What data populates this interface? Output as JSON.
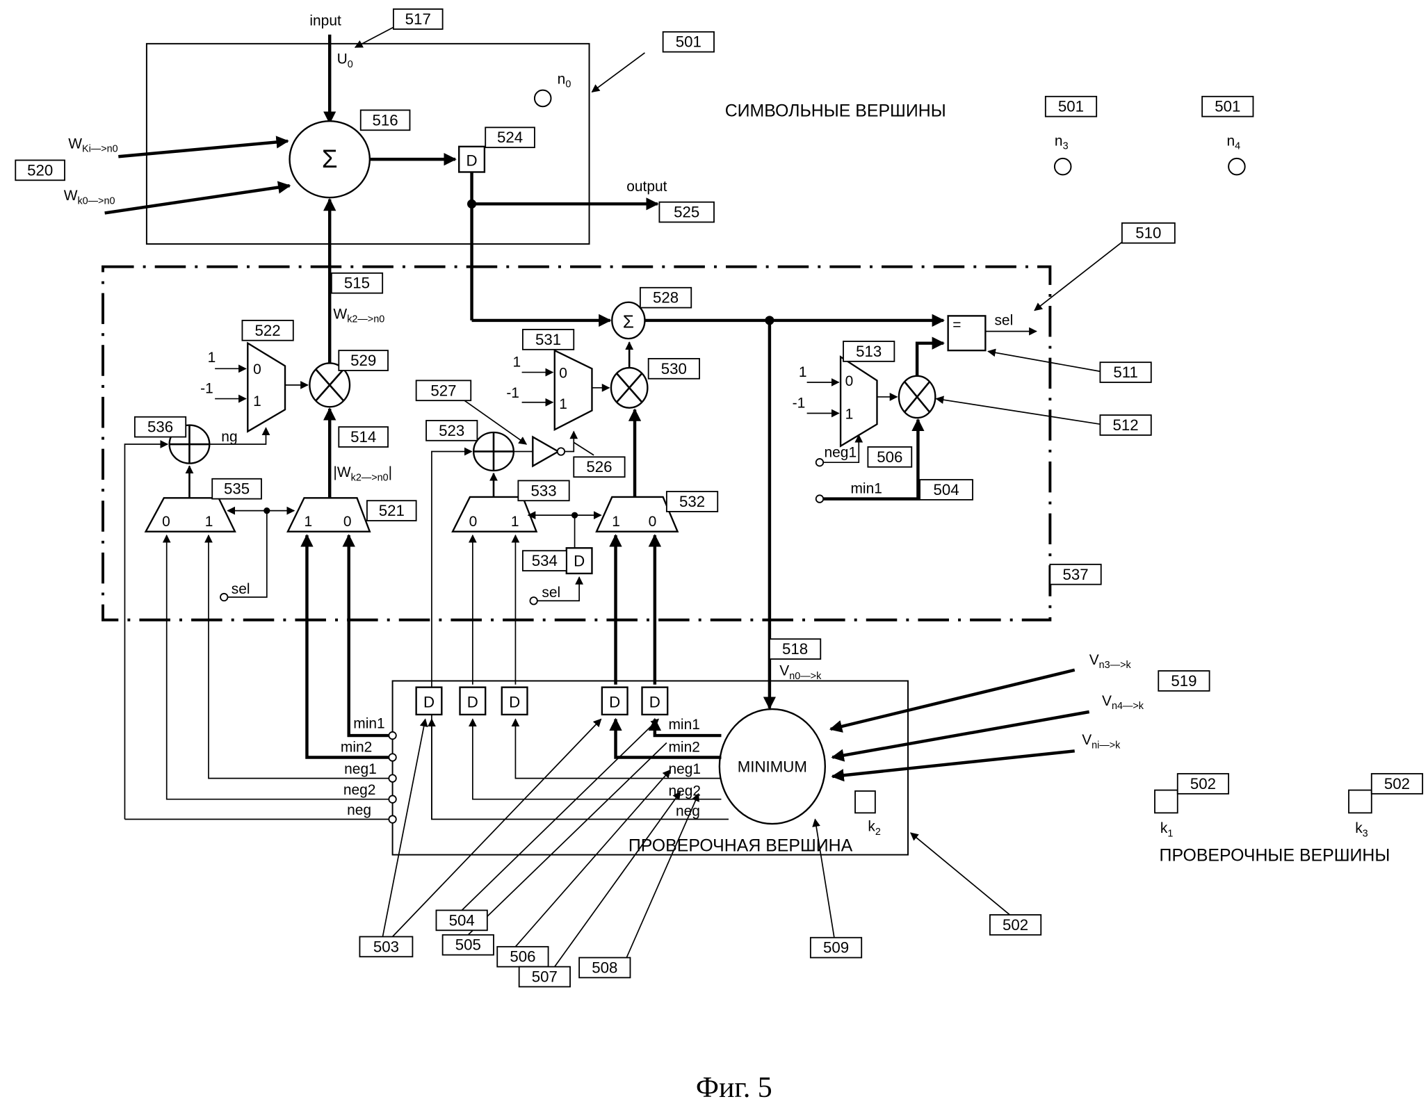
{
  "figure": {
    "caption": "Фиг. 5",
    "headings": {
      "symbol_nodes": "СИМВОЛЬНЫЕ ВЕРШИНЫ",
      "check_nodes": "ПРОВЕРОЧНЫЕ ВЕРШИНЫ",
      "check_node_block": "ПРОВЕРОЧНАЯ ВЕРШИНА"
    }
  },
  "symbol_node": {
    "input_label": "input",
    "output_label": "output",
    "u0_label": "U",
    "u0_sub": "0",
    "n0_label": "n",
    "n0_sub": "0",
    "sum_symbol": "Σ",
    "delay_symbol": "D",
    "w_ki_label": "W",
    "w_ki_sub": "Ki—>n0",
    "w_k0_label": "W",
    "w_k0_sub": "k0—>n0"
  },
  "other_symbol_nodes": [
    {
      "label": "n",
      "sub": "3",
      "ref": "501"
    },
    {
      "label": "n",
      "sub": "4",
      "ref": "501"
    }
  ],
  "check_nodes": [
    {
      "label": "k",
      "sub": "1",
      "ref": "502"
    },
    {
      "label": "k",
      "sub": "3",
      "ref": "502"
    }
  ],
  "processing": {
    "w_k2_label": "W",
    "w_k2_sub": "k2—>n0",
    "abs_w_label": "|W",
    "abs_w_sub": "k2—>n0",
    "abs_close": "|",
    "ng_label": "ng",
    "sel_label": "sel",
    "one": "1",
    "minus_one": "-1",
    "zero": "0",
    "mux_in_0": "0",
    "mux_in_1": "1",
    "equal_symbol": "=",
    "neg1_label": "neg1",
    "min1_label": "min1"
  },
  "check_block": {
    "minimum_label": "MINIMUM",
    "ports": [
      "min1",
      "min2",
      "neg1",
      "neg2",
      "neg"
    ],
    "inner_labels": [
      "min1",
      "min2",
      "neg1",
      "neg2",
      "neg"
    ],
    "k2_label": "k",
    "k2_sub": "2",
    "v_n0_label": "V",
    "v_n0_sub": "n0—>k",
    "v_n3_label": "V",
    "v_n3_sub": "n3—>k",
    "v_n4_label": "V",
    "v_n4_sub": "n4—>k",
    "v_ni_label": "V",
    "v_ni_sub": "ni—>k"
  },
  "refs": {
    "r501": "501",
    "r502": "502",
    "r503": "503",
    "r504": "504",
    "r505": "505",
    "r506": "506",
    "r507": "507",
    "r508": "508",
    "r509": "509",
    "r510": "510",
    "r511": "511",
    "r512": "512",
    "r513": "513",
    "r514": "514",
    "r515": "515",
    "r516": "516",
    "r517": "517",
    "r518": "518",
    "r519": "519",
    "r520": "520",
    "r521": "521",
    "r522": "522",
    "r523": "523",
    "r524": "524",
    "r525": "525",
    "r526": "526",
    "r527": "527",
    "r528": "528",
    "r529": "529",
    "r530": "530",
    "r531": "531",
    "r532": "532",
    "r533": "533",
    "r534": "534",
    "r535": "535",
    "r536": "536",
    "r537": "537"
  }
}
